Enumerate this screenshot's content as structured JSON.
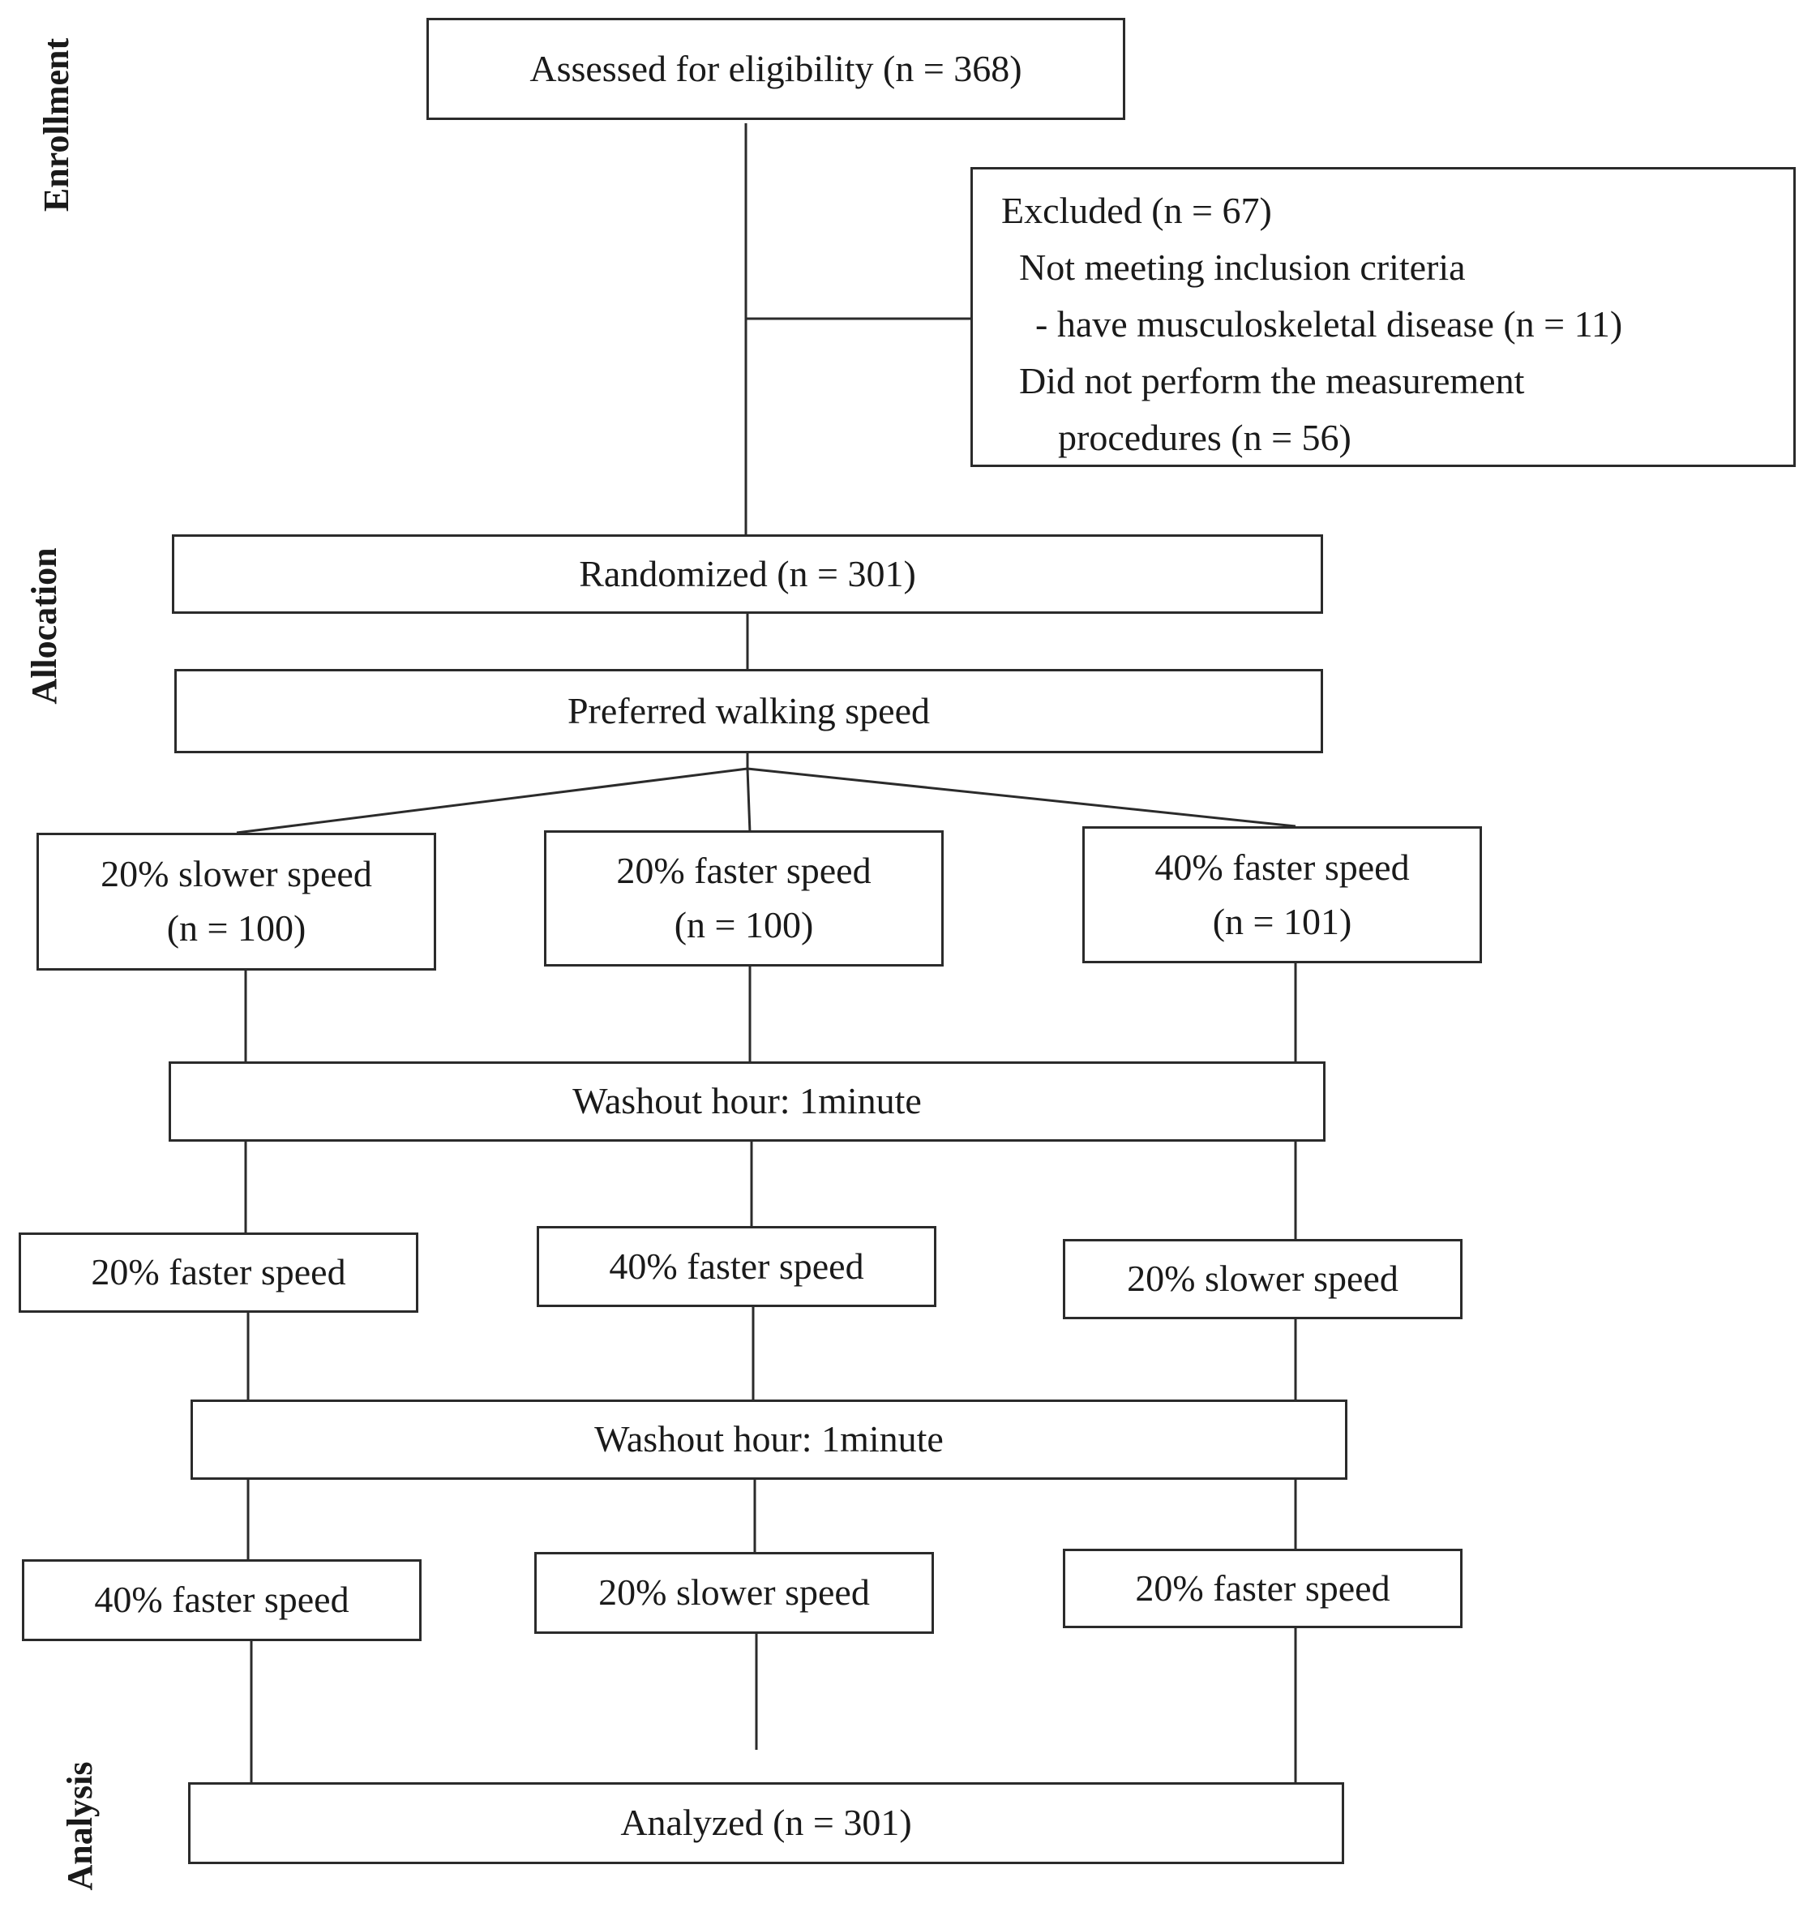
{
  "phases": {
    "enrollment": "Enrollment",
    "allocation": "Allocation",
    "analysis": "Analysis"
  },
  "boxes": {
    "assessed": "Assessed for eligibility (n = 368)",
    "excluded": {
      "title": "Excluded (n = 67)",
      "item1": "Not meeting inclusion criteria",
      "item1a": "- have musculoskeletal disease (n = 11)",
      "item2": "Did not perform the measurement",
      "item2b": "procedures (n = 56)"
    },
    "randomized": "Randomized (n = 301)",
    "preferred": "Preferred walking speed",
    "group1": {
      "speed": "20% slower speed",
      "n": "(n = 100)"
    },
    "group2": {
      "speed": "20% faster speed",
      "n": "(n = 100)"
    },
    "group3": {
      "speed": "40% faster speed",
      "n": "(n = 101)"
    },
    "washout1": "Washout hour: 1minute",
    "round2": [
      "20% faster speed",
      "40% faster speed",
      "20% slower speed"
    ],
    "washout2": "Washout hour: 1minute",
    "round3": [
      "40% faster speed",
      "20% slower speed",
      "20% faster speed"
    ],
    "analyzed": "Analyzed (n = 301)"
  }
}
